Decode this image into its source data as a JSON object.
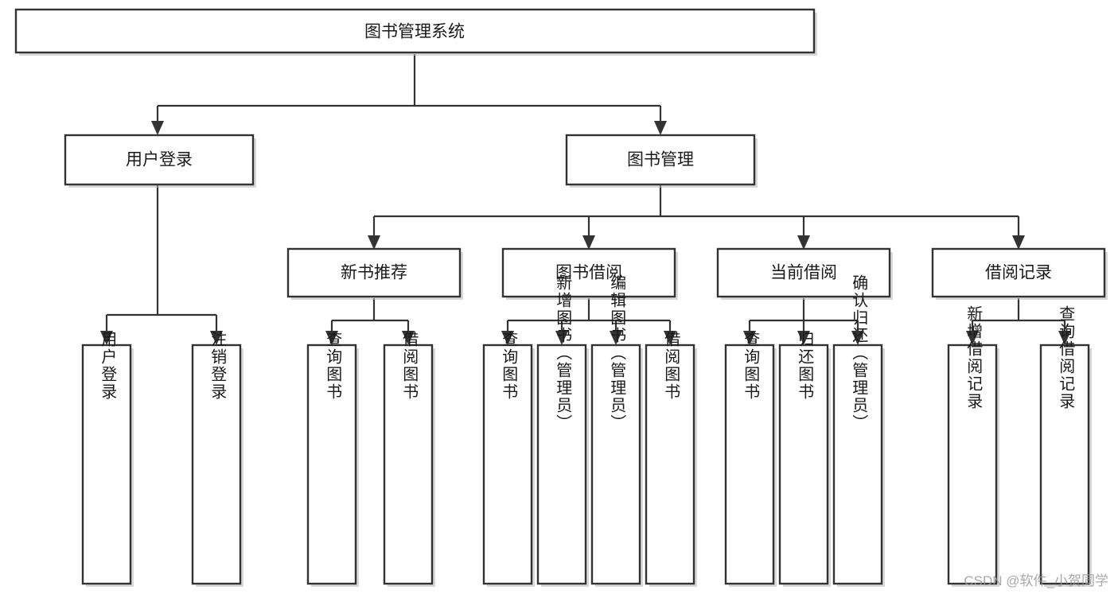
{
  "diagram": {
    "type": "tree-hierarchy",
    "title": "图书管理系统",
    "watermark": "CSDN @软件_小贺同学",
    "colors": {
      "box_fill": "#ffffff",
      "box_stroke": "#333333",
      "text": "#1a1a1a",
      "watermark": "#9a9a9a",
      "shadow": "#b8b8b8"
    },
    "levels": {
      "root": {
        "label": "图书管理系统"
      },
      "level1": [
        {
          "id": "user-login",
          "label": "用户登录"
        },
        {
          "id": "book-manage",
          "label": "图书管理"
        }
      ],
      "level2": [
        {
          "id": "new-book-recommend",
          "label": "新书推荐",
          "parent": "book-manage"
        },
        {
          "id": "book-borrow",
          "label": "图书借阅",
          "parent": "book-manage"
        },
        {
          "id": "current-borrow",
          "label": "当前借阅",
          "parent": "book-manage"
        },
        {
          "id": "borrow-record",
          "label": "借阅记录",
          "parent": "book-manage"
        }
      ],
      "leaves": {
        "user-login": [
          {
            "id": "leaf-user-login",
            "label": "用户登录"
          },
          {
            "id": "leaf-logout",
            "label": "注销登录"
          }
        ],
        "new-book-recommend": [
          {
            "id": "leaf-query-book-1",
            "label": "查询图书"
          },
          {
            "id": "leaf-borrow-book-1",
            "label": "借阅图书"
          }
        ],
        "book-borrow": [
          {
            "id": "leaf-query-book-2",
            "label": "查询图书"
          },
          {
            "id": "leaf-add-book",
            "label": "新增图书（管理员）"
          },
          {
            "id": "leaf-edit-book",
            "label": "编辑图书（管理员）"
          },
          {
            "id": "leaf-borrow-book-2",
            "label": "借阅图书"
          }
        ],
        "current-borrow": [
          {
            "id": "leaf-query-book-3",
            "label": "查询图书"
          },
          {
            "id": "leaf-return-book",
            "label": "归还图书"
          },
          {
            "id": "leaf-confirm-return",
            "label": "确认归还（管理员）"
          }
        ],
        "borrow-record": [
          {
            "id": "leaf-add-record",
            "label": "新增借阅记录"
          },
          {
            "id": "leaf-query-record",
            "label": "查询借阅记录"
          }
        ]
      }
    }
  }
}
